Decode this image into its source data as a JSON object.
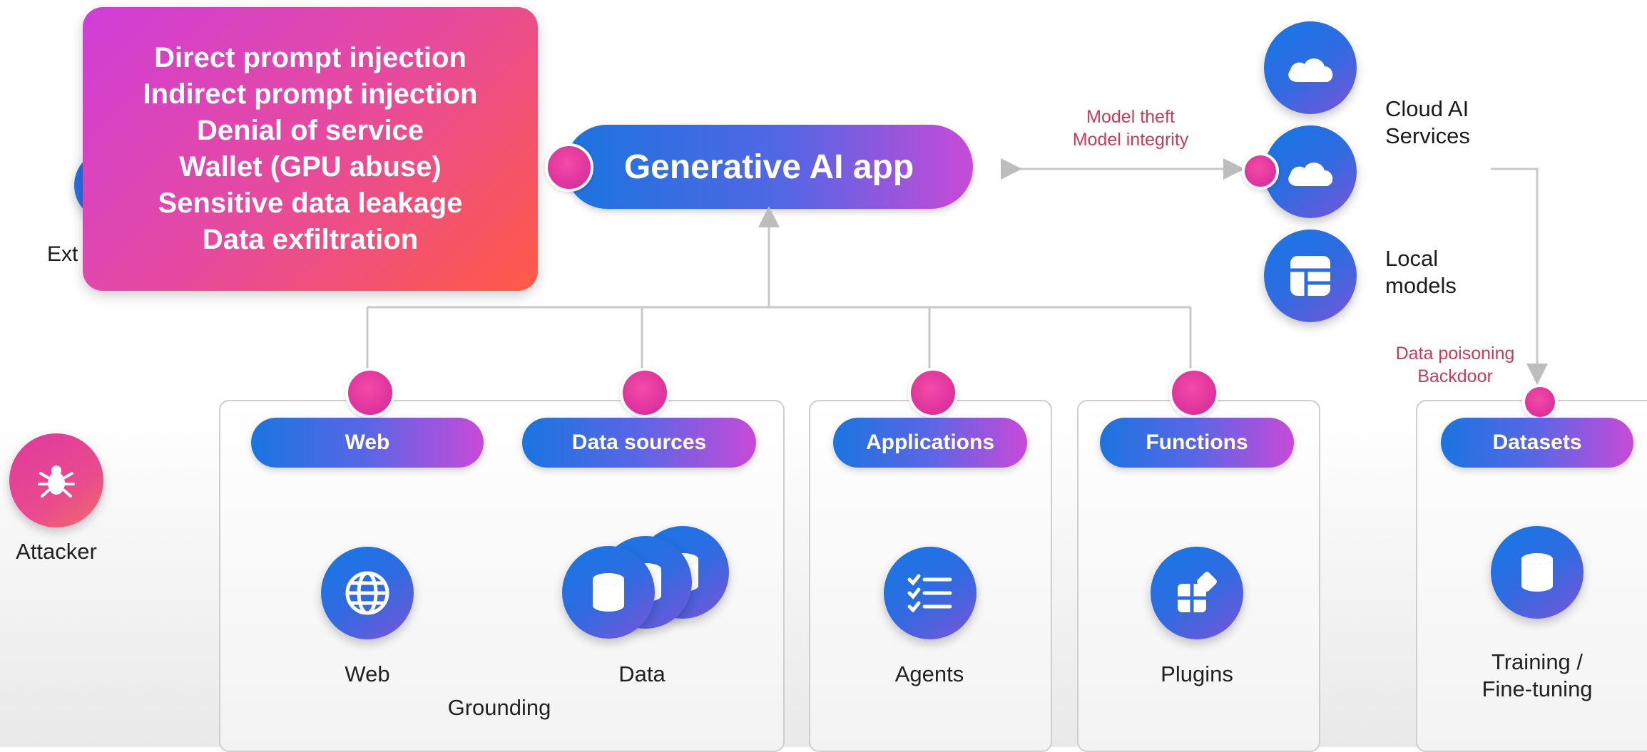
{
  "threats": {
    "items": [
      "Direct prompt injection",
      "Indirect prompt injection",
      "Denial of service",
      "Wallet (GPU abuse)",
      "Sensitive data leakage",
      "Data exfiltration"
    ]
  },
  "partial_label": "Ext",
  "app": {
    "title": "Generative AI app"
  },
  "model_threats": {
    "line1": "Model theft",
    "line2": "Model integrity"
  },
  "model_sources": {
    "cloud": {
      "line1": "Cloud AI",
      "line2": "Services"
    },
    "local": {
      "line1": "Local",
      "line2": "models"
    }
  },
  "data_threats": {
    "line1": "Data poisoning",
    "line2": "Backdoor"
  },
  "attacker": {
    "label": "Attacker"
  },
  "groups": {
    "grounding": {
      "label": "Grounding",
      "web": {
        "pill": "Web",
        "label": "Web"
      },
      "data": {
        "pill": "Data sources",
        "label": "Data"
      }
    },
    "applications": {
      "pill": "Applications",
      "label": "Agents"
    },
    "functions": {
      "pill": "Functions",
      "label": "Plugins"
    },
    "datasets": {
      "pill": "Datasets",
      "line1": "Training /",
      "line2": "Fine-tuning"
    }
  },
  "colors": {
    "accent_blue": "#1a74e0",
    "accent_purple": "#c84ad8",
    "threat_pink": "#e2369e",
    "threat_text": "#cc3b55"
  }
}
